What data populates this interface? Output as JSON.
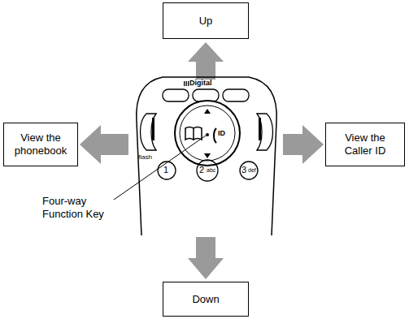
{
  "diagram": {
    "nodes": [
      {
        "text": [
          "Up"
        ]
      },
      {
        "text": [
          "View the phonebook"
        ]
      },
      {
        "text": [
          "View the Caller ID"
        ]
      },
      {
        "text": [
          "Down"
        ]
      }
    ],
    "labels": [
      "Digital",
      "flash",
      "1",
      "2",
      "abc",
      "3",
      "def",
      "ID",
      "Four-way Function Key"
    ]
  }
}
